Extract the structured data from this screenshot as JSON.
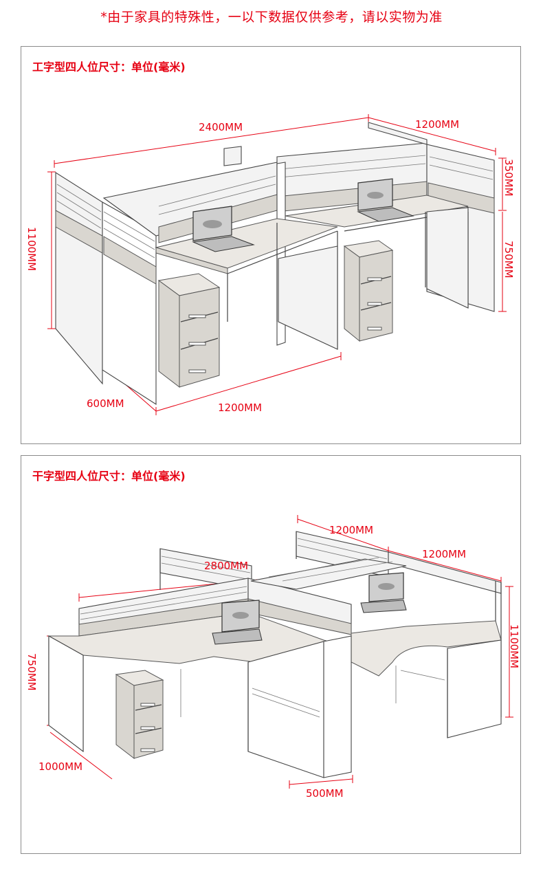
{
  "notice": "*由于家具的特殊性，一以下数据仅供参考，请以实物为准",
  "colors": {
    "accent": "#e60012",
    "border": "#8a8a8a",
    "line": "#444444"
  },
  "panel1": {
    "title": "工字型四人位尺寸：单位(毫米)",
    "dims": {
      "total_width": "2400MM",
      "unit_width": "1200MM",
      "screen_height": "350MM",
      "total_height": "1100MM",
      "desk_height": "750MM",
      "depth": "600MM",
      "desk_width": "1200MM"
    }
  },
  "panel2": {
    "title": "干字型四人位尺寸：单位(毫米)",
    "dims": {
      "top_width": "1200MM",
      "top_right_width": "1200MM",
      "total_width": "2800MM",
      "desk_height": "750MM",
      "total_height": "1100MM",
      "depth": "1000MM",
      "leg_width": "500MM"
    }
  }
}
